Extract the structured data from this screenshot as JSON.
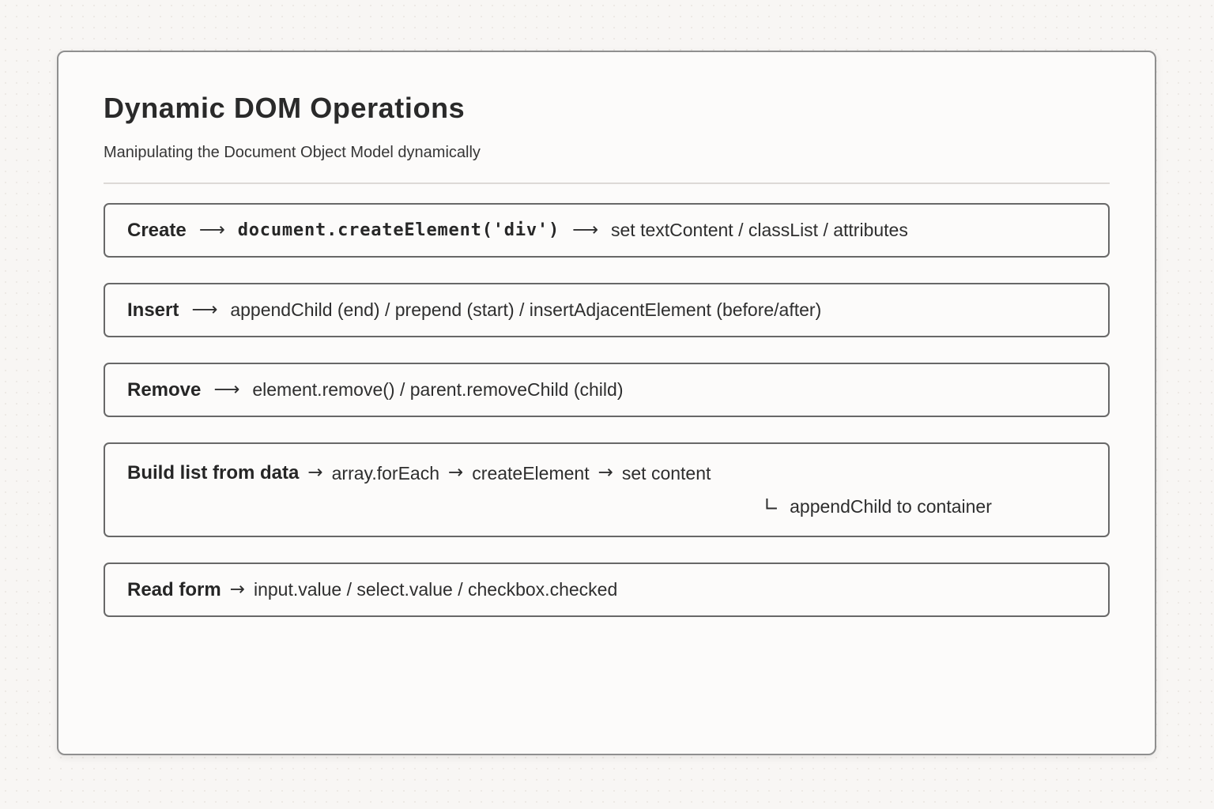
{
  "header": {
    "title": "Dynamic DOM Operations",
    "subtitle": "Manipulating the Document Object Model dynamically"
  },
  "operations": [
    {
      "label": "Create",
      "arrow": "⟶",
      "code": "document.createElement('div')",
      "detail": "set textContent / classList / attributes"
    },
    {
      "label": "Insert",
      "arrow": "⟶",
      "detail": "appendChild (end) / prepend (start) / insertAdjacentElement (before/after)"
    },
    {
      "label": "Remove",
      "arrow": "⟶",
      "detail": "element.remove() / parent.removeChild (child)"
    },
    {
      "label": "Build list from data",
      "arrow": "→",
      "steps": [
        "array.forEach",
        "createElement",
        "set content"
      ],
      "elbow": "∟",
      "sub_detail": "appendChild to container"
    },
    {
      "label": "Read form",
      "arrow": "→",
      "detail": "input.value / select.value / checkbox.checked"
    }
  ],
  "colors": {
    "page_background": "#f8f6f4",
    "card_background": "#fcfbfa",
    "card_border": "#8f8f8f",
    "box_border": "#686868",
    "text": "#2d2d2d",
    "divider": "#ddd9d6"
  }
}
